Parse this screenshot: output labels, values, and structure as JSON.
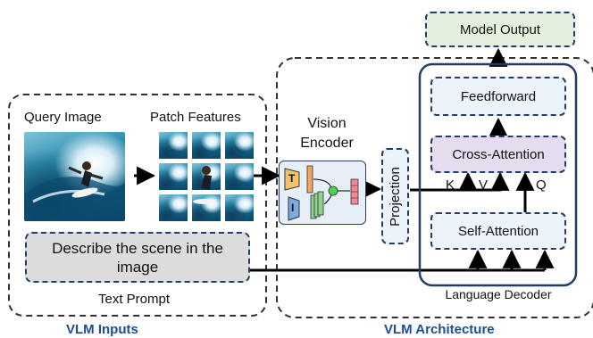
{
  "inputs_panel": {
    "query_image_label": "Query Image",
    "patch_features_label": "Patch Features",
    "text_prompt_content": "Describe the scene in the image",
    "text_prompt_label": "Text Prompt",
    "section_title": "VLM Inputs"
  },
  "architecture_panel": {
    "vision_encoder_label": "Vision Encoder",
    "encoder_tokens": [
      "T",
      "I"
    ],
    "projection_label": "Projection",
    "section_title": "VLM Architecture",
    "decoder": {
      "label": "Language Decoder",
      "feedforward": "Feedforward",
      "cross_attention": "Cross-Attention",
      "self_attention": "Self-Attention",
      "inputs": [
        "K",
        "V",
        "Q"
      ]
    },
    "model_output": "Model Output"
  },
  "colors": {
    "title_blue": "#1a4f93",
    "box_fill": "#edf3fb",
    "box_border": "#243d66",
    "cross_attention_fill": "#e6dcf0",
    "output_fill": "#e4f0dd",
    "prompt_fill": "#dcdcdc"
  }
}
